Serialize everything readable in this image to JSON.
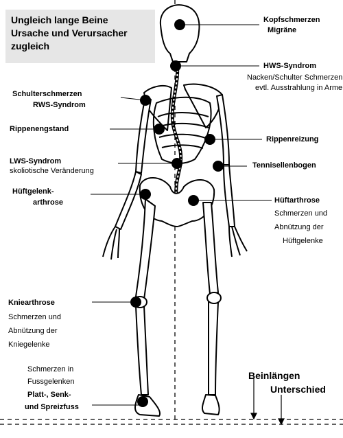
{
  "title": {
    "line1": "Ungleich lange Beine",
    "line2": "Ursache und Verursacher",
    "line3": "zugleich"
  },
  "labels": {
    "kopf_bold": "Kopfschmerzen",
    "kopf_bold2": "Migräne",
    "hws_bold": "HWS-Syndrom",
    "hws_text1": "Nacken/Schulter Schmerzen",
    "hws_text2": "evtl. Ausstrahlung in Arme",
    "schulter_bold1": "Schulterschmerzen",
    "schulter_bold2": "RWS-Syndrom",
    "rippeneng_bold": "Rippenengstand",
    "rippenreiz_bold": "Rippenreizung",
    "lws_bold": "LWS-Syndrom",
    "lws_text": "skoliotische Veränderung",
    "tennis_bold": "Tennisellenbogen",
    "huftgelenk_bold1": "Hüftgelenk-",
    "huftgelenk_bold2": "arthrose",
    "huftarthrose_bold": "Hüftarthrose",
    "huftarthrose_text1": "Schmerzen und",
    "huftarthrose_text2": "Abnützung der",
    "huftarthrose_text3": "Hüftgelenke",
    "knie_bold": "Kniearthrose",
    "knie_text1": "Schmerzen und",
    "knie_text2": "Abnützung der",
    "knie_text3": "Kniegelenke",
    "fuss_text1": "Schmerzen in",
    "fuss_text2": "Fussgelenken",
    "fuss_bold1": "Platt-, Senk-",
    "fuss_bold2": "und Spreizfuss",
    "beinlaengen1": "Beinlängen",
    "beinlaengen2": "Unterschied"
  }
}
